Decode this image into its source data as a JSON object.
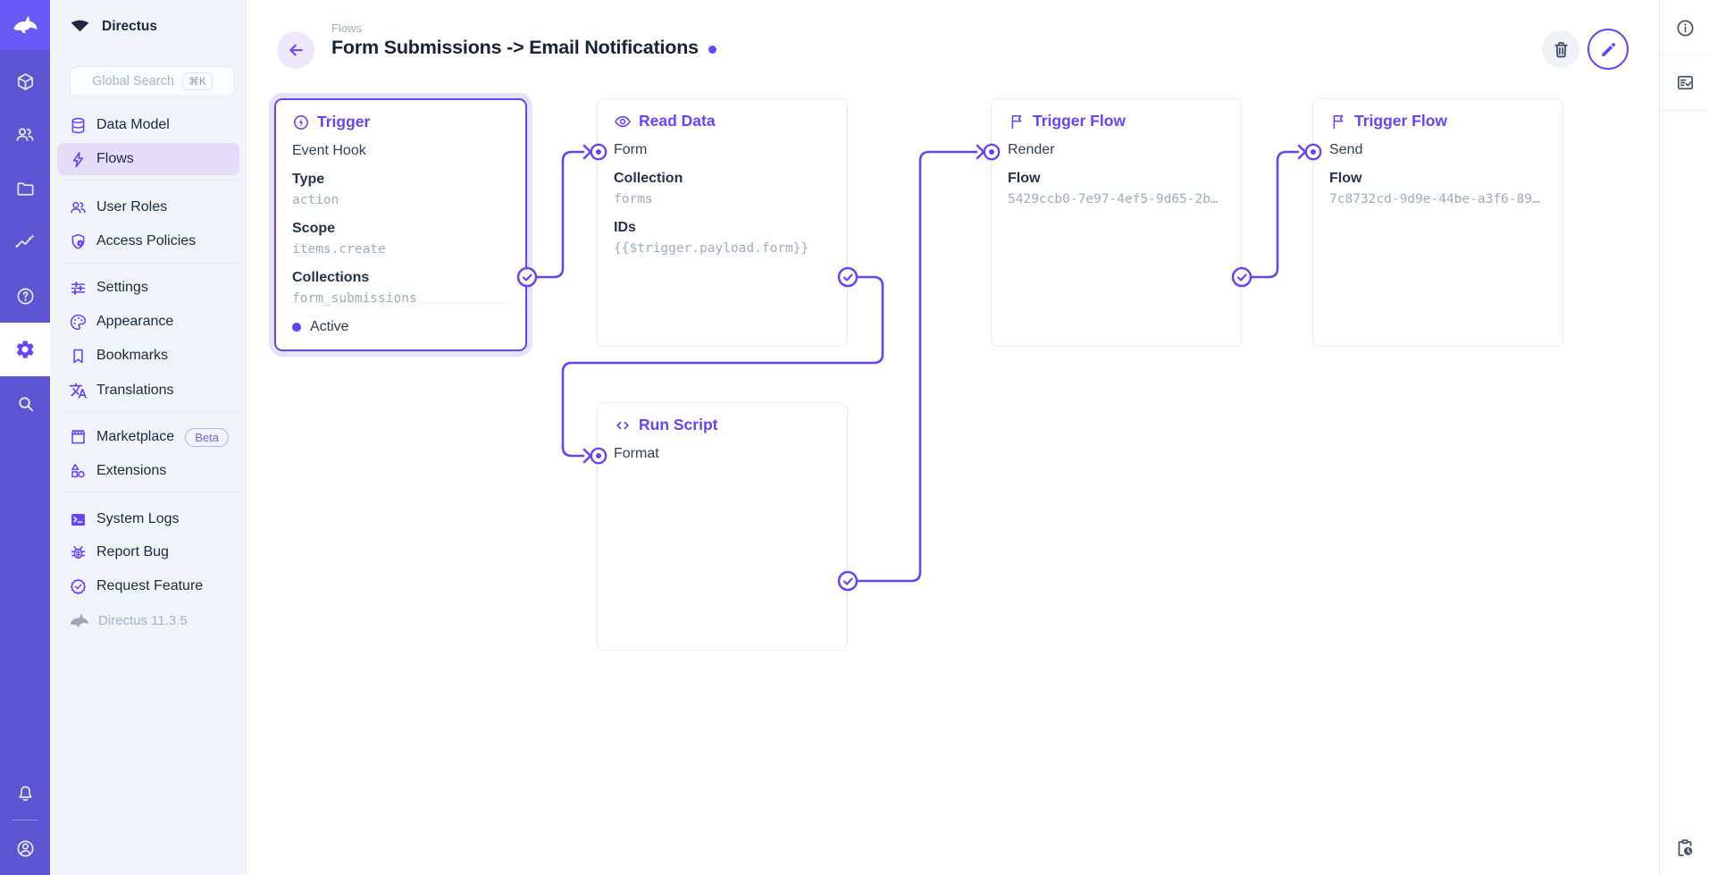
{
  "colors": {
    "accent": "#6644FF",
    "rail_bg": "#5B55D1",
    "logo_bg": "#675AF6",
    "sidebar_bg": "#F0F4F9",
    "active_item_bg": "#E3DDF9"
  },
  "module_bar": {
    "icons": [
      "directus-rabbit-logo",
      "content-cube",
      "user-directory",
      "file-library",
      "insights",
      "help",
      "settings-gear",
      "search",
      "notifications-bell",
      "account-circle"
    ]
  },
  "sidebar": {
    "project_name": "Directus",
    "search_placeholder": "Global Search",
    "search_shortcut": "⌘K",
    "items": [
      {
        "label": "Data Model",
        "icon": "database"
      },
      {
        "label": "Flows",
        "icon": "bolt",
        "active": true
      },
      {
        "label": "User Roles",
        "icon": "users"
      },
      {
        "label": "Access Policies",
        "icon": "shield-lock"
      },
      {
        "label": "Settings",
        "icon": "tune-sliders"
      },
      {
        "label": "Appearance",
        "icon": "palette"
      },
      {
        "label": "Bookmarks",
        "icon": "bookmark"
      },
      {
        "label": "Translations",
        "icon": "translate"
      },
      {
        "label": "Marketplace",
        "icon": "storefront",
        "badge": "Beta"
      },
      {
        "label": "Extensions",
        "icon": "shapes"
      },
      {
        "label": "System Logs",
        "icon": "terminal"
      },
      {
        "label": "Report Bug",
        "icon": "bug"
      },
      {
        "label": "Request Feature",
        "icon": "seal-check"
      }
    ],
    "version": "Directus 11.3.5"
  },
  "header": {
    "breadcrumb": "Flows",
    "title": "Form Submissions -> Email Notifications"
  },
  "flow": {
    "panels": [
      {
        "title": "Trigger",
        "icon": "bolt-circle",
        "name": "Event Hook",
        "fields": [
          {
            "label": "Type",
            "value": "action"
          },
          {
            "label": "Scope",
            "value": "items.create"
          },
          {
            "label": "Collections",
            "value": "form_submissions"
          }
        ],
        "status": "Active",
        "selected": true
      },
      {
        "title": "Read Data",
        "icon": "eye",
        "name": "Form",
        "fields": [
          {
            "label": "Collection",
            "value": "forms"
          },
          {
            "label": "IDs",
            "value": "{{$trigger.payload.form}}"
          }
        ]
      },
      {
        "title": "Trigger Flow",
        "icon": "flag",
        "name": "Render",
        "fields": [
          {
            "label": "Flow",
            "value": "5429ccb0-7e97-4ef5-9d65-2b…"
          }
        ]
      },
      {
        "title": "Trigger Flow",
        "icon": "flag",
        "name": "Send",
        "fields": [
          {
            "label": "Flow",
            "value": "7c8732cd-9d9e-44be-a3f6-89…"
          }
        ]
      },
      {
        "title": "Run Script",
        "icon": "code",
        "name": "Format",
        "fields": []
      }
    ]
  }
}
